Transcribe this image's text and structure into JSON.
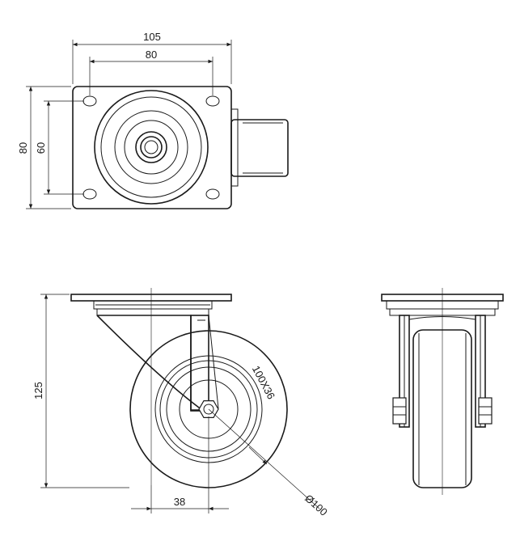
{
  "drawing": {
    "top_view": {
      "dim_plate_width": "105",
      "dim_hole_spacing_x": "80",
      "dim_plate_depth": "80",
      "dim_hole_spacing_y": "60"
    },
    "side_view": {
      "dim_height": "125",
      "dim_offset": "38",
      "wheel_label": "100X36",
      "dim_wheel_diameter": "Ø100"
    }
  }
}
